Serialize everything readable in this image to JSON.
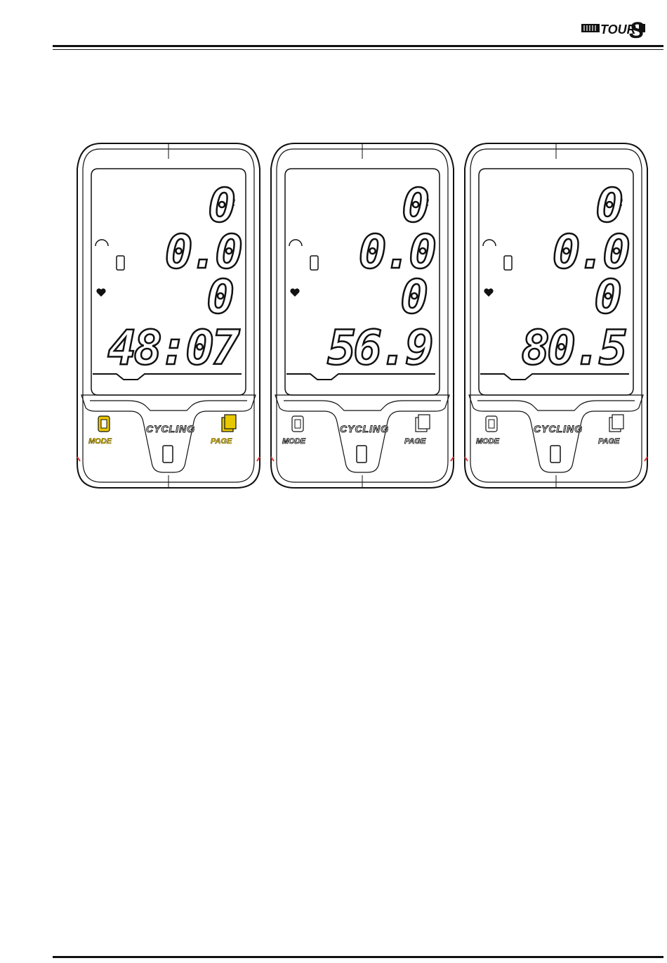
{
  "logo": {
    "text": "TOUR S",
    "name": "tour-s-logo"
  },
  "devices": [
    {
      "row1": "0",
      "row2": "0.0",
      "row3": "0",
      "row4": "48:07",
      "mode_label": "MODE",
      "page_label": "PAGE",
      "sport_label": "CYCLING",
      "buttons_highlighted": true,
      "highlight_color": "#e8c800"
    },
    {
      "row1": "0",
      "row2": "0.0",
      "row3": "0",
      "row4": "56.9",
      "mode_label": "MODE",
      "page_label": "PAGE",
      "sport_label": "CYCLING",
      "buttons_highlighted": false
    },
    {
      "row1": "0",
      "row2": "0.0",
      "row3": "0",
      "row4": "80.5",
      "mode_label": "MODE",
      "page_label": "PAGE",
      "sport_label": "CYCLING",
      "buttons_highlighted": false
    }
  ],
  "icons": [
    "cadence-icon",
    "speedometer-icon",
    "phone-icon",
    "heart-icon",
    "mode-button-icon",
    "page-button-icon"
  ]
}
